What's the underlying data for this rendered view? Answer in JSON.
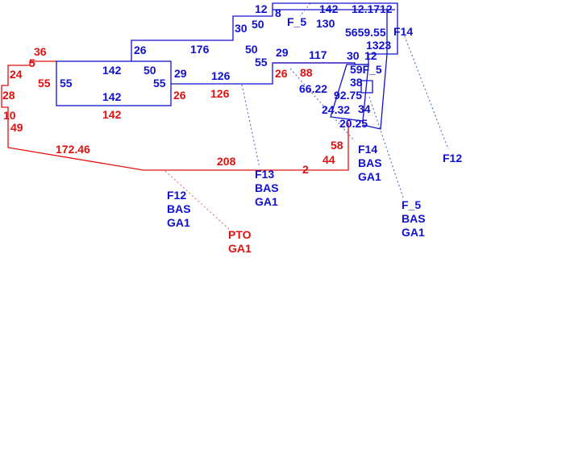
{
  "colors": {
    "blue": "#1010d0",
    "red": "#e01010"
  },
  "blue_labels": [
    "12",
    "8",
    "142",
    "12.1712",
    "F_5",
    "130",
    "30",
    "50",
    "5659.55",
    "F14",
    "1323",
    "26",
    "176",
    "50",
    "55",
    "29",
    "117",
    "30",
    "12",
    "142",
    "50",
    "55",
    "55",
    "142",
    "29",
    "126",
    "59F_5",
    "38",
    "66.22",
    "92.75",
    "24.32",
    "20.25",
    "34"
  ],
  "red_labels": [
    "36",
    "5",
    "24",
    "55",
    "28",
    "10",
    "49",
    "172.46",
    "26",
    "126",
    "142",
    "26",
    "88",
    "208",
    "2",
    "58",
    "44"
  ],
  "area_labels": [
    {
      "name": "F12",
      "type": "BAS",
      "group": "GA1"
    },
    {
      "name": "F13",
      "type": "BAS",
      "group": "GA1"
    },
    {
      "name": "F14",
      "type": "BAS",
      "group": "GA1"
    },
    {
      "name": "F_5",
      "type": "BAS",
      "group": "GA1"
    },
    {
      "name": "F12"
    },
    {
      "name": "PTO",
      "group": "GA1"
    }
  ]
}
